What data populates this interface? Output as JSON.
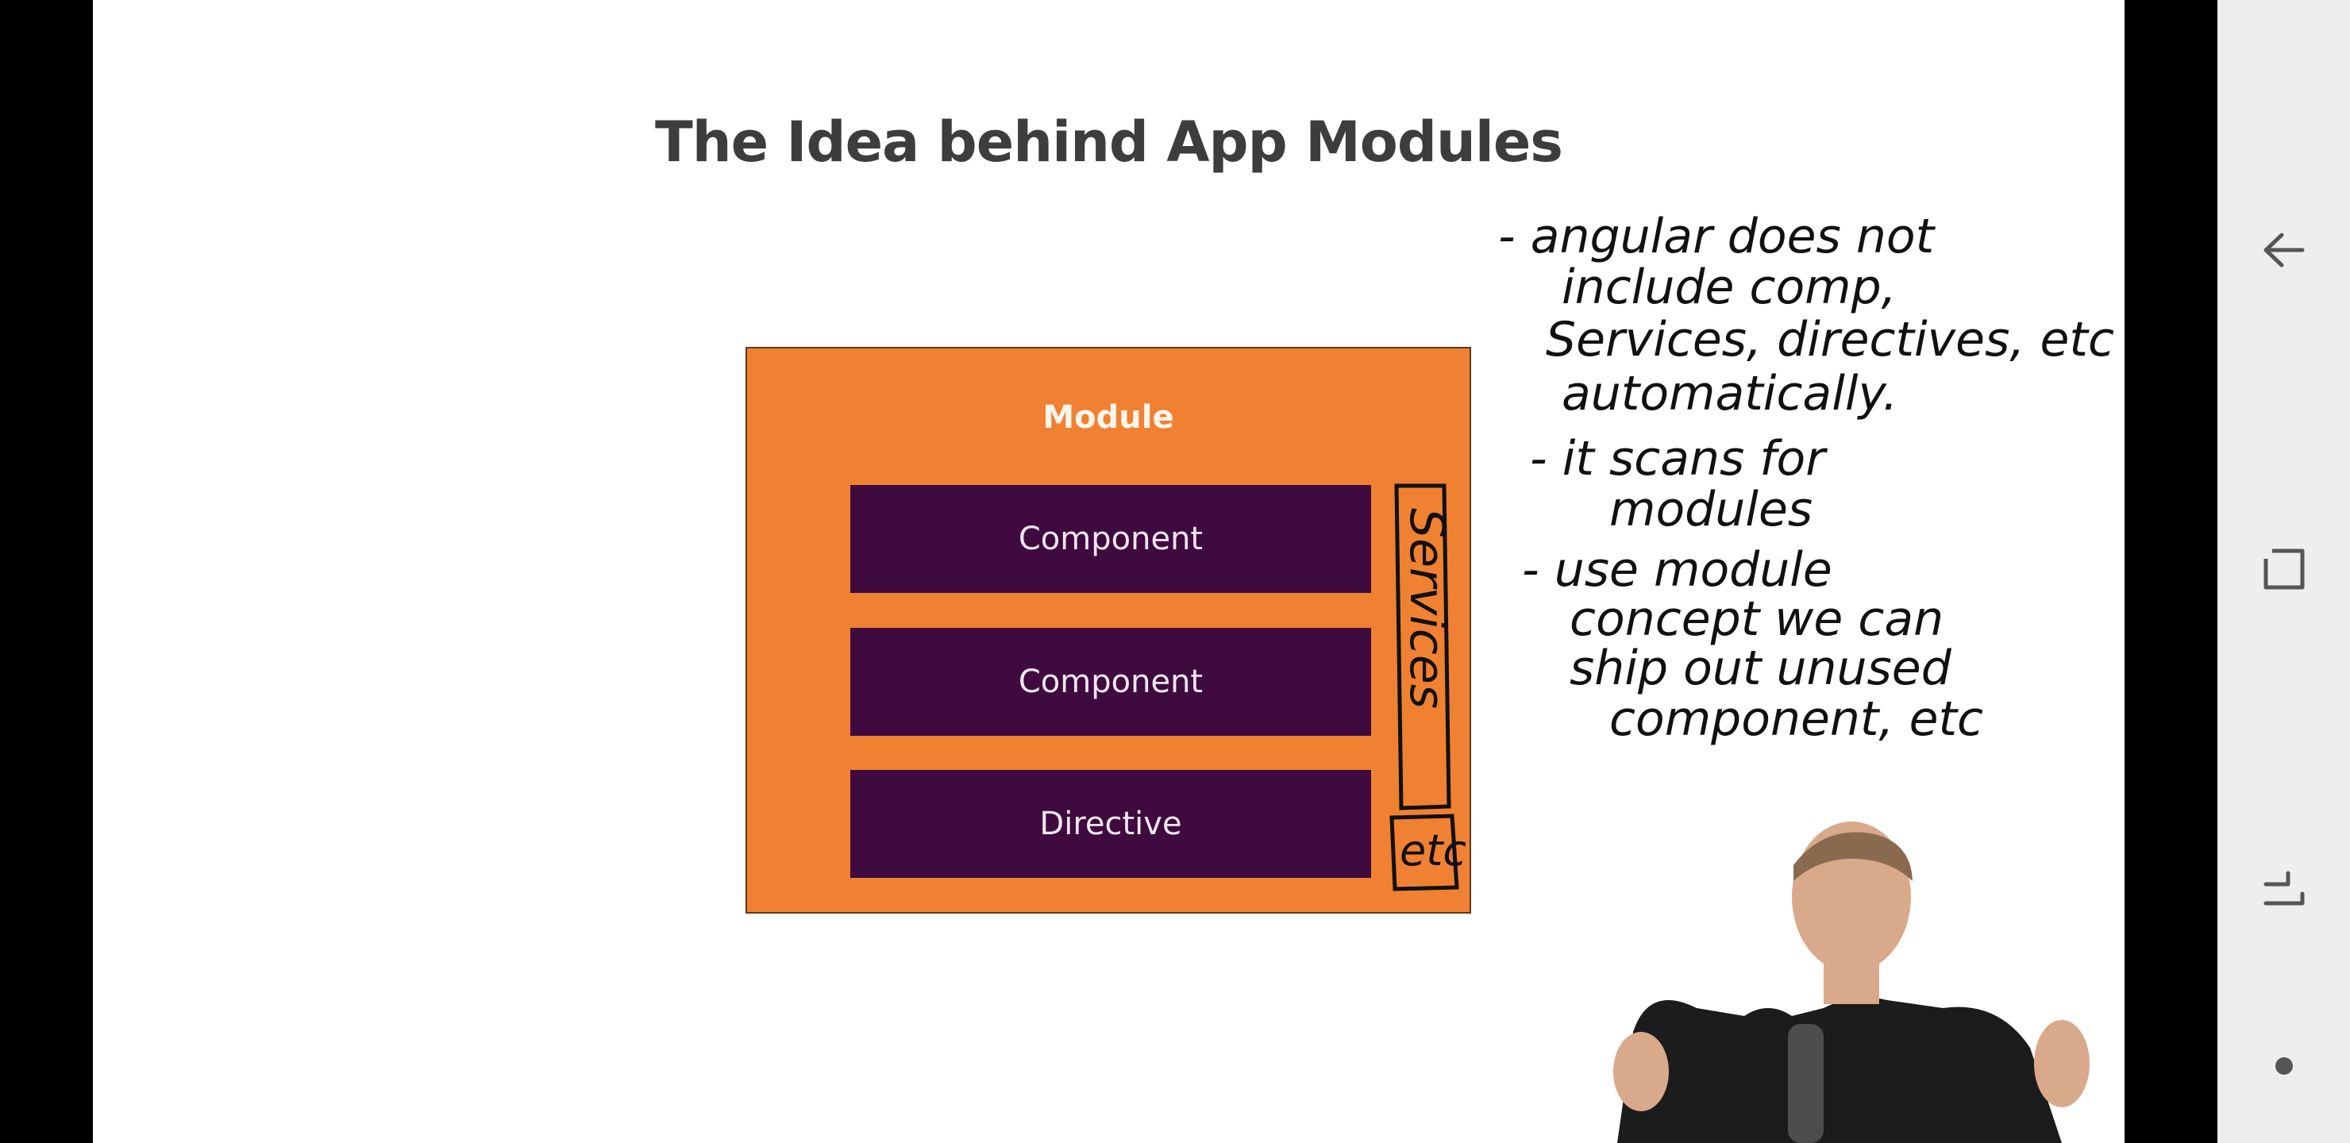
{
  "slide": {
    "title": "The Idea behind App Modules",
    "module_label": "Module",
    "blocks": [
      {
        "label": "Component"
      },
      {
        "label": "Component"
      },
      {
        "label": "Directive"
      }
    ]
  },
  "handwriting": {
    "side_labels": [
      "Services",
      "etc"
    ],
    "notes": [
      "- angular does not",
      "include comp,",
      "Services, directives, etc",
      "automatically.",
      "- it scans for",
      "modules",
      "- use module",
      "concept we can",
      "ship out unused",
      "component, etc"
    ]
  },
  "nav": {
    "icons": [
      "back-arrow-icon",
      "recents-icon",
      "overview-icon",
      "dot-icon"
    ]
  },
  "colors": {
    "module_orange": "#f08132",
    "block_purple": "#3f0b3f",
    "title_gray": "#3d3d3d"
  }
}
